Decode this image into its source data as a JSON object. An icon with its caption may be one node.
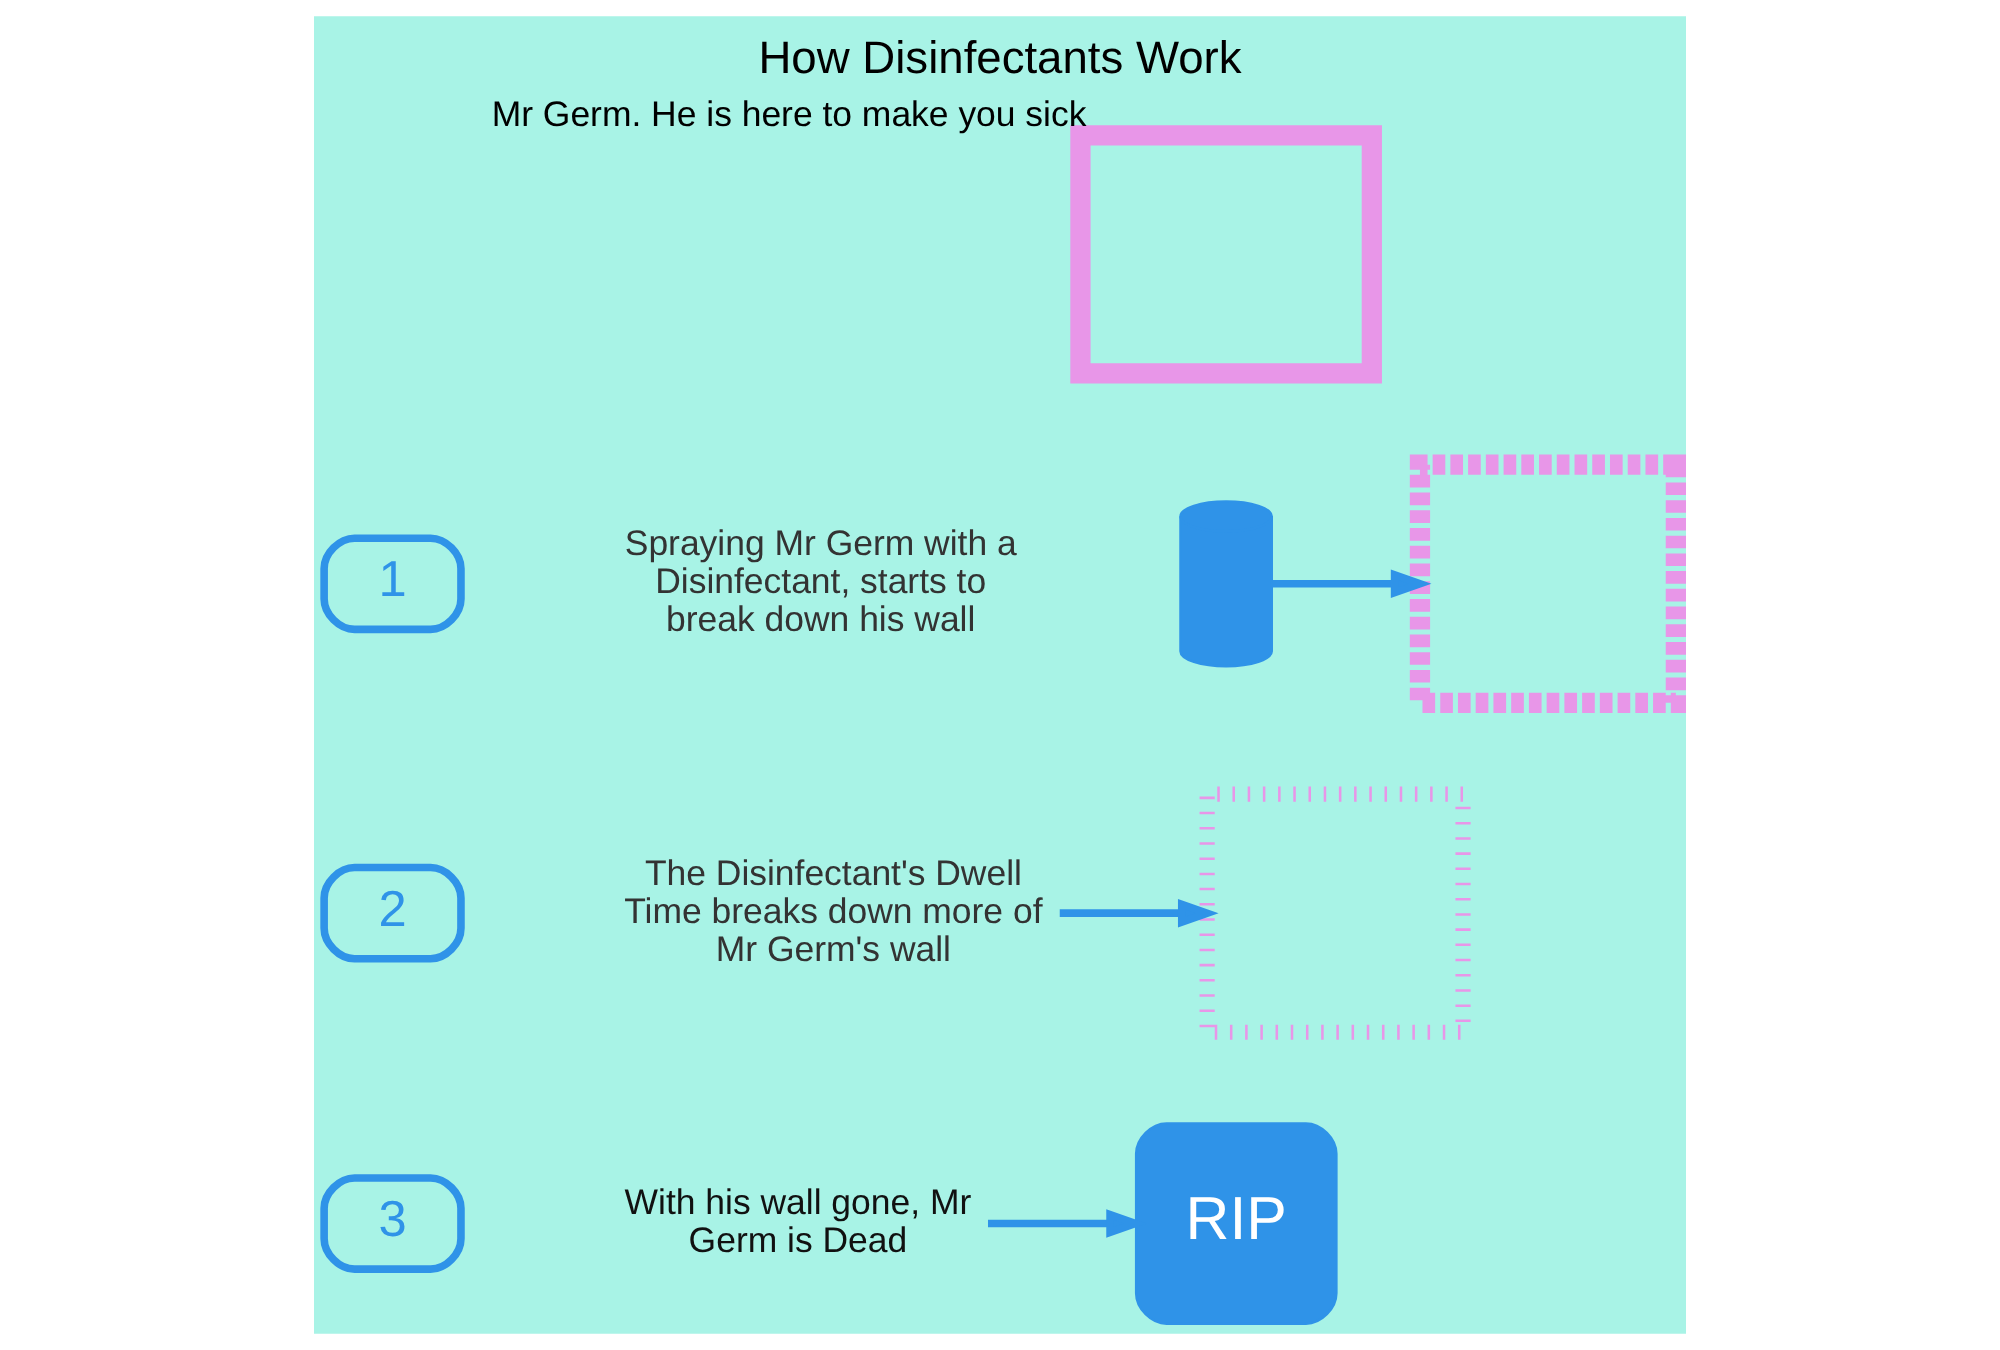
{
  "diagram": {
    "title": "How Disinfectants Work",
    "nodes": [
      {
        "text": [],
        "shape": "box",
        "beside": [
          "Mr Germ. He is here to make you sick"
        ]
      },
      {
        "text": [
          "1"
        ]
      },
      {
        "text": [
          "Spraying Mr Germ with a Disinfectant, starts to break down his wall"
        ]
      },
      {
        "text": [],
        "shape": "bottle"
      },
      {
        "text": [],
        "shape": "box"
      },
      {
        "text": [
          "2"
        ]
      },
      {
        "text": [
          "The Disinfectant's Dwell Time breaks down more of Mr Germ's wall"
        ]
      },
      {
        "text": [],
        "shape": "box"
      },
      {
        "text": [
          "3"
        ]
      },
      {
        "text": [
          "With his wall gone, Mr Germ is Dead"
        ]
      },
      {
        "text": [
          "RIP"
        ]
      }
    ],
    "edges": [
      {
        "from": 3,
        "to": 4,
        "arrow": "to"
      },
      {
        "from": 6,
        "to": 7,
        "arrow": "to"
      },
      {
        "from": 9,
        "to": 10,
        "arrow": "to"
      }
    ]
  }
}
